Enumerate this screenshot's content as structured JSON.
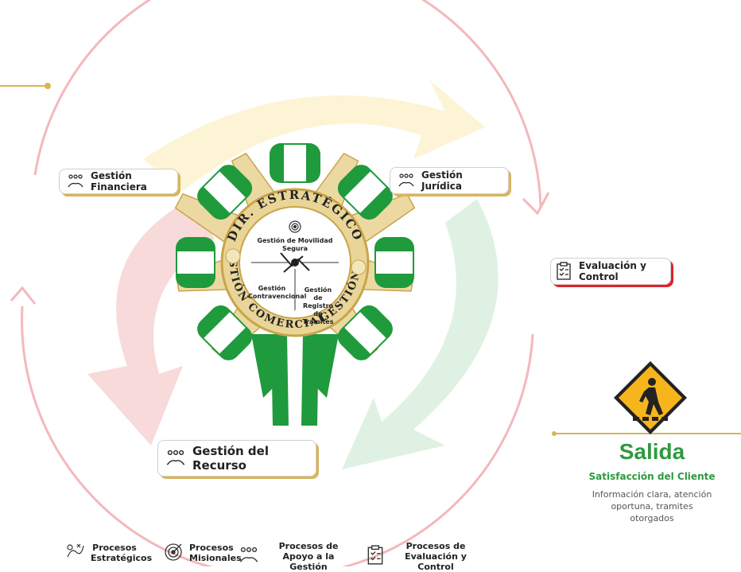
{
  "nodes": {
    "financiera": "Gestión Financiera",
    "juridica": "Gestión Jurídica",
    "evaluacion": "Evaluación y Control",
    "recurso": "Gestión del Recurso"
  },
  "emblem": {
    "top_arc": "DIR. ESTRATÉGICO",
    "left_arc": "GESTIÓN COMERCIAL",
    "right_arc": "GESTIÓN",
    "inner_top": "Gestión de Movilidad Segura",
    "inner_left": "Gestión Contravencional",
    "inner_right": "Gestión de Registro de Tramites"
  },
  "salida": {
    "title": "Salida",
    "subtitle": "Satisfacción del Cliente",
    "description": "Información clara, atención oportuna, tramites otorgados"
  },
  "legend": [
    {
      "icon": "strategic-icon",
      "label": "Procesos Estratégicos"
    },
    {
      "icon": "target-icon",
      "label": "Procesos Misionales"
    },
    {
      "icon": "support-people-icon",
      "label": "Procesos de Apoyo a la Gestión"
    },
    {
      "icon": "checklist-icon",
      "label": "Procesos de Evaluación y Control"
    }
  ],
  "colors": {
    "green": "#1f9a3c",
    "gold": "#d9b45a",
    "red_accent": "#e0232b",
    "salida_green": "#2e9a3f"
  }
}
